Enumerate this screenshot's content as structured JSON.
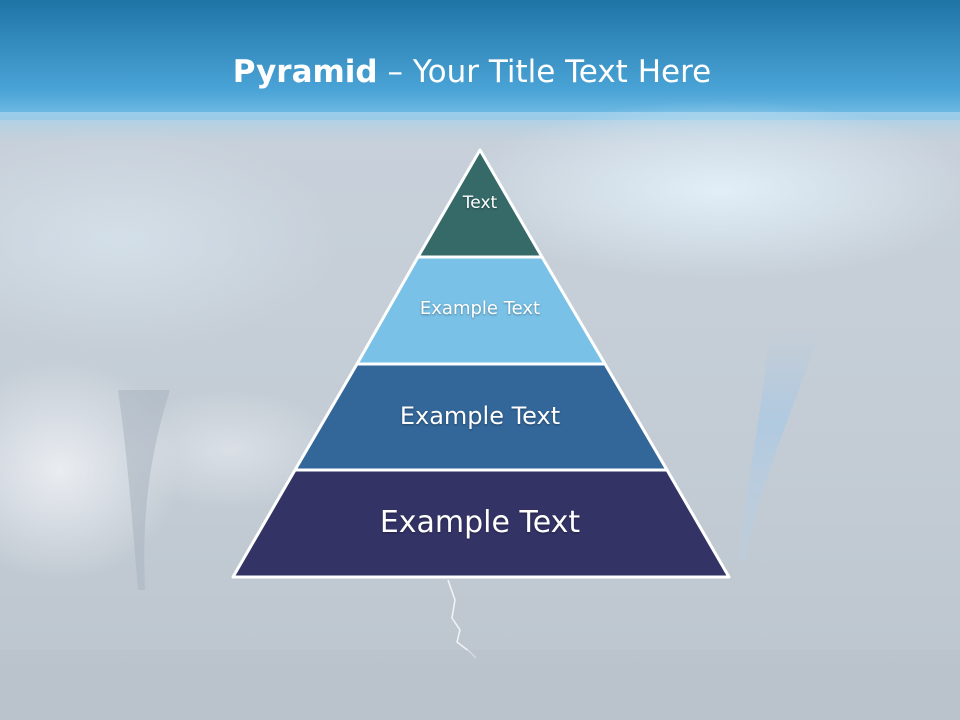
{
  "title": {
    "bold": "Pyramid",
    "rest": " – Your Title Text Here"
  },
  "pyramid": {
    "tiers": [
      {
        "label": "Text",
        "color": "#356a69"
      },
      {
        "label": "Example Text",
        "color": "#79c1e7"
      },
      {
        "label": "Example Text",
        "color": "#336699"
      },
      {
        "label": "Example Text",
        "color": "#343366"
      }
    ]
  },
  "colors": {
    "header_top": "#1f78aa",
    "header_bottom": "#5bb0de",
    "outline": "#ffffff"
  }
}
